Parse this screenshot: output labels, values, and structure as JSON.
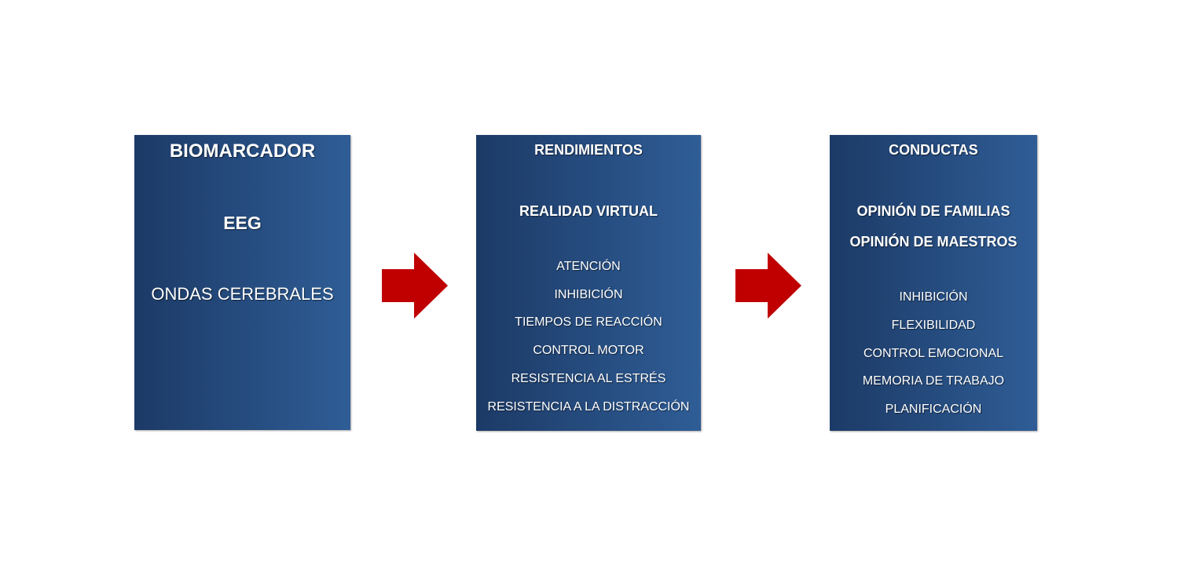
{
  "boxes": {
    "biomarcador": {
      "title": "BIOMARCADOR",
      "subtitle": "EEG",
      "detail": "ONDAS CEREBRALES"
    },
    "rendimientos": {
      "title": "RENDIMIENTOS",
      "subtitle": "REALIDAD VIRTUAL",
      "items": [
        "ATENCIÓN",
        "INHIBICIÓN",
        "TIEMPOS DE REACCIÓN",
        "CONTROL MOTOR",
        "RESISTENCIA AL ESTRÉS",
        "RESISTENCIA A LA DISTRACCIÓN"
      ]
    },
    "conductas": {
      "title": "CONDUCTAS",
      "subtitles": [
        "OPINIÓN DE FAMILIAS",
        "OPINIÓN DE MAESTROS"
      ],
      "items": [
        "INHIBICIÓN",
        "FLEXIBILIDAD",
        "CONTROL EMOCIONAL",
        "MEMORIA DE TRABAJO",
        "PLANIFICACIÓN"
      ]
    }
  },
  "colors": {
    "box_dark": "#1c3a66",
    "box_light": "#2f5d96",
    "arrow": "#c00000",
    "text": "#ffffff"
  }
}
